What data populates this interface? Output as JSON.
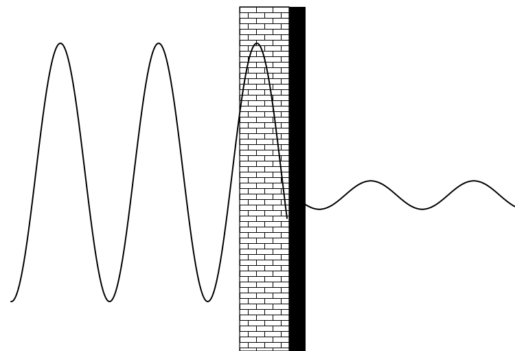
{
  "diagram": {
    "background": "#ffffff",
    "stroke_color": "#000000",
    "brick_fill": "#ffffff",
    "wall_back_fill": "#000000",
    "incident_wave": {
      "label": "",
      "relative_amplitude": 1.0
    },
    "barrier": {
      "label": "",
      "material": "brick"
    },
    "transmitted_wave": {
      "label": "",
      "relative_amplitude": 0.11
    }
  }
}
